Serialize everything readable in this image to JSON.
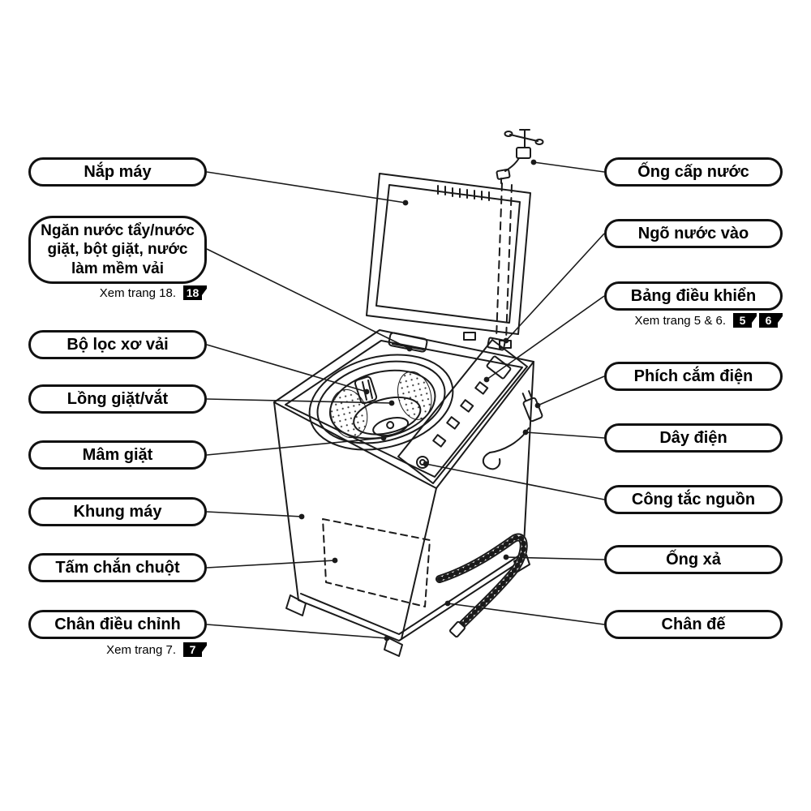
{
  "figure": {
    "type": "washing-machine-parts-diagram",
    "colors": {
      "line": "#1a1a1a",
      "background": "#ffffff",
      "badge_bg": "#000000",
      "badge_text": "#ffffff"
    }
  },
  "labels": {
    "left": [
      {
        "text": "Nắp máy"
      },
      {
        "text": "Ngăn nước tẩy/nước giặt, bột giặt, nước làm mềm vải",
        "note": "Xem trang 18.",
        "badges": [
          "18"
        ]
      },
      {
        "text": "Bộ lọc xơ vải"
      },
      {
        "text": "Lồng giặt/vắt"
      },
      {
        "text": "Mâm giặt"
      },
      {
        "text": "Khung máy"
      },
      {
        "text": "Tấm chắn chuột"
      },
      {
        "text": "Chân điều chỉnh",
        "note": "Xem trang 7.",
        "badges": [
          "7"
        ]
      }
    ],
    "right": [
      {
        "text": "Ống cấp nước"
      },
      {
        "text": "Ngõ nước vào"
      },
      {
        "text": "Bảng điều khiển",
        "note": "Xem trang 5 & 6.",
        "badges": [
          "5",
          "6"
        ]
      },
      {
        "text": "Phích cắm điện"
      },
      {
        "text": "Dây điện"
      },
      {
        "text": "Công tắc nguồn"
      },
      {
        "text": "Ống xả"
      },
      {
        "text": "Chân đế"
      }
    ]
  }
}
